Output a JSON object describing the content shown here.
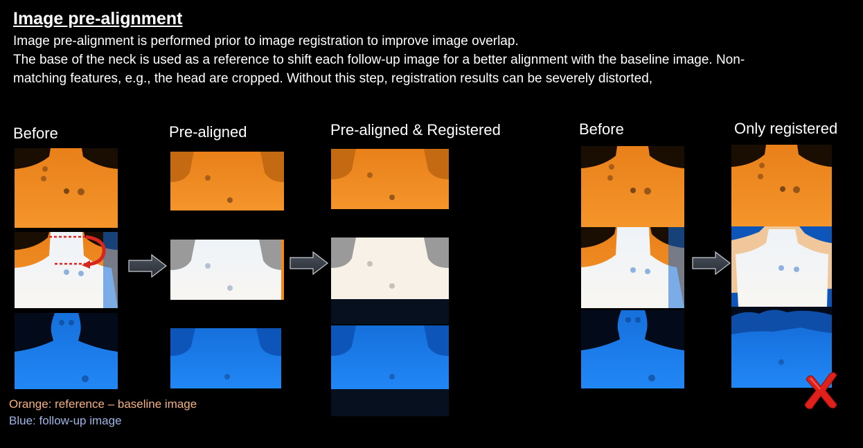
{
  "header": {
    "title": "Image pre-alignment",
    "line1": "Image pre-alignment is performed prior to image registration to improve image overlap.",
    "line2": "The base of the neck is used as a reference to shift each follow-up image for a better alignment with the baseline image. Non-",
    "line3": "matching features, e.g., the head are cropped.  Without this step, registration results can be severely distorted,"
  },
  "columns": {
    "before_left": "Before",
    "pre_aligned": "Pre-aligned",
    "pre_aligned_registered": "Pre-aligned & Registered",
    "before_right": "Before",
    "only_registered": "Only registered"
  },
  "legend": {
    "orange": "Orange: reference – baseline image",
    "blue": "Blue: follow-up image"
  },
  "colors": {
    "orange": "#f08a1c",
    "blue": "#1b7cf0",
    "overlay": "#f4f2ee",
    "legend_orange": "#f4b183",
    "legend_blue": "#9fb6e6",
    "arrow": "#3a414c",
    "cross": "#e0201a"
  },
  "icons": {
    "arrows": "right-arrow-icon",
    "rotation": "curved-arrow-icon",
    "failure": "red-x-icon"
  }
}
